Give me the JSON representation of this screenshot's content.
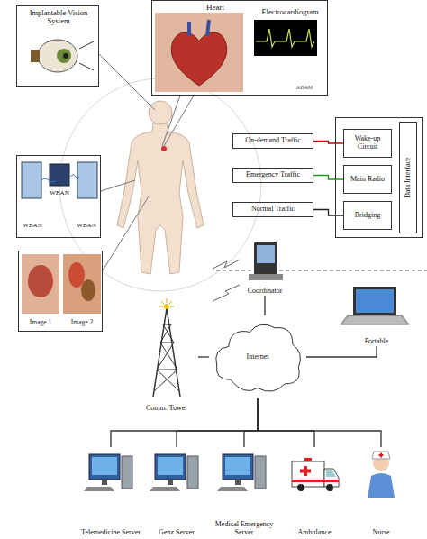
{
  "diagram": {
    "nodes": [
      {
        "text": [
          "Implantable Vision System"
        ]
      },
      {
        "text": [
          "Heart",
          "Electrocardiogram"
        ]
      },
      {
        "text": [
          "WBAN",
          "WBAN",
          "WBAN"
        ]
      },
      {
        "text": [
          "Image 1",
          "Image 2"
        ]
      },
      {
        "text": [
          "On-demand Traffic"
        ]
      },
      {
        "text": [
          "Emergency Traffic"
        ]
      },
      {
        "text": [
          "Normal Traffic"
        ]
      },
      {
        "text": [
          "Data Interface"
        ]
      },
      {
        "text": [
          "Wake-up Circuit"
        ],
        "in": 7
      },
      {
        "text": [
          "Main Radio"
        ],
        "in": 7
      },
      {
        "text": [
          "Bridging"
        ],
        "in": 7
      },
      {
        "text": [
          "Coordinator"
        ]
      },
      {
        "text": [
          "Internet"
        ]
      },
      {
        "text": [
          "Portable"
        ]
      },
      {
        "text": [
          "Comm. Tower"
        ]
      },
      {
        "text": [
          "Telemedicine Server"
        ]
      },
      {
        "text": [
          "Genz Server"
        ]
      },
      {
        "text": [
          "Medical Emergency Server"
        ]
      },
      {
        "text": [
          "Ambulance"
        ]
      },
      {
        "text": [
          "Nurse"
        ]
      }
    ],
    "edges": [
      {
        "from": 4,
        "to": 8,
        "arrow": "none"
      },
      {
        "from": 5,
        "to": 9,
        "arrow": "none"
      },
      {
        "from": 6,
        "to": 10,
        "arrow": "none"
      },
      {
        "from": 11,
        "to": 12,
        "arrow": "none"
      },
      {
        "from": 13,
        "to": 12,
        "arrow": "none"
      },
      {
        "from": 14,
        "to": 12,
        "arrow": "none"
      },
      {
        "from": 12,
        "to": 15,
        "arrow": "none"
      },
      {
        "from": 12,
        "to": 16,
        "arrow": "none"
      },
      {
        "from": 12,
        "to": 17,
        "arrow": "none"
      },
      {
        "from": 12,
        "to": 18,
        "arrow": "none"
      },
      {
        "from": 12,
        "to": 19,
        "arrow": "none"
      }
    ],
    "labels": [
      "ADAM"
    ]
  }
}
